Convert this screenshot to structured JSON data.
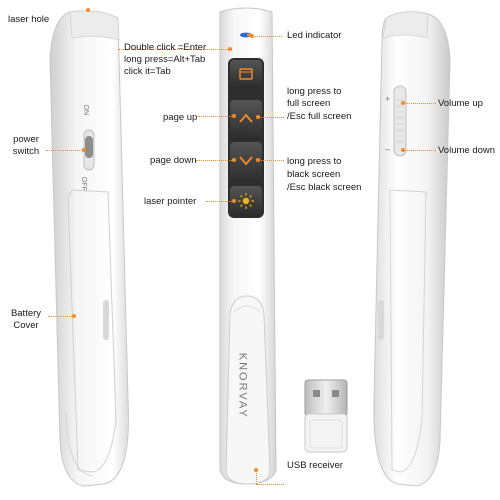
{
  "labels": {
    "laser_hole": "laser hole",
    "led_indicator": "Led indicator",
    "double_click": "Double click =Enter",
    "long_press_alt": "long press=Alt+Tab",
    "click_tab": "click it=Tab",
    "long_press_to_1": "long press to",
    "full_screen": "full screen",
    "esc_full_screen": "/Esc full screen",
    "page_up": "page up",
    "page_down": "page down",
    "long_press_to_2": "long press to",
    "black_screen": "black screen",
    "esc_black_screen": "/Esc black screen",
    "laser_pointer": "laser pointer",
    "power": "power",
    "switch": "switch",
    "battery": "Battery",
    "cover": "Cover",
    "volume_up": "Volume up",
    "volume_down": "Volume down",
    "usb_receiver": "USB receiver"
  },
  "device": {
    "brand": "KNORVAY",
    "switch_on": "ON",
    "switch_off": "OFF",
    "plus": "+",
    "minus": "–"
  },
  "colors": {
    "accent": "#f28c28",
    "device_white": "#f4f4f4",
    "button_dark": "#3f3f3f",
    "laser_yellow": "#f5b316",
    "led_blue": "#2a6ad8"
  },
  "icons": [
    "window-icon",
    "chevron-up-icon",
    "chevron-down-icon",
    "laser-sun-icon",
    "usb-connector-icon"
  ]
}
